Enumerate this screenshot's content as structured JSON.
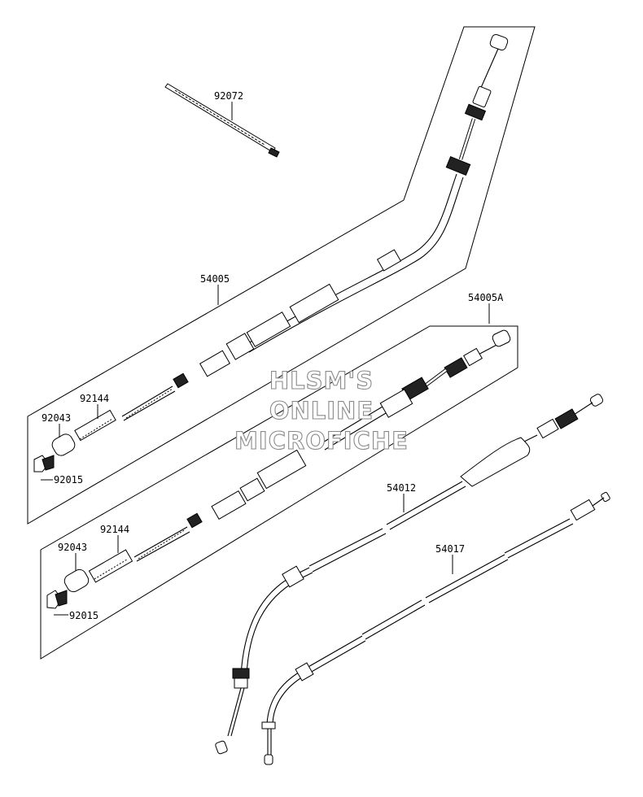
{
  "labels": {
    "tie_strap": "92072",
    "cable_upper": "54005",
    "cable_lower": "54005A",
    "spring_upper": "92144",
    "collar_upper": "92043",
    "nut_upper": "92015",
    "spring_lower": "92144",
    "collar_lower": "92043",
    "nut_lower": "92015",
    "cable_right_a": "54012",
    "cable_right_b": "54017"
  },
  "watermark": {
    "line1": "HLSM'S",
    "line2": "ONLINE",
    "line3": "MICROFICHE"
  }
}
